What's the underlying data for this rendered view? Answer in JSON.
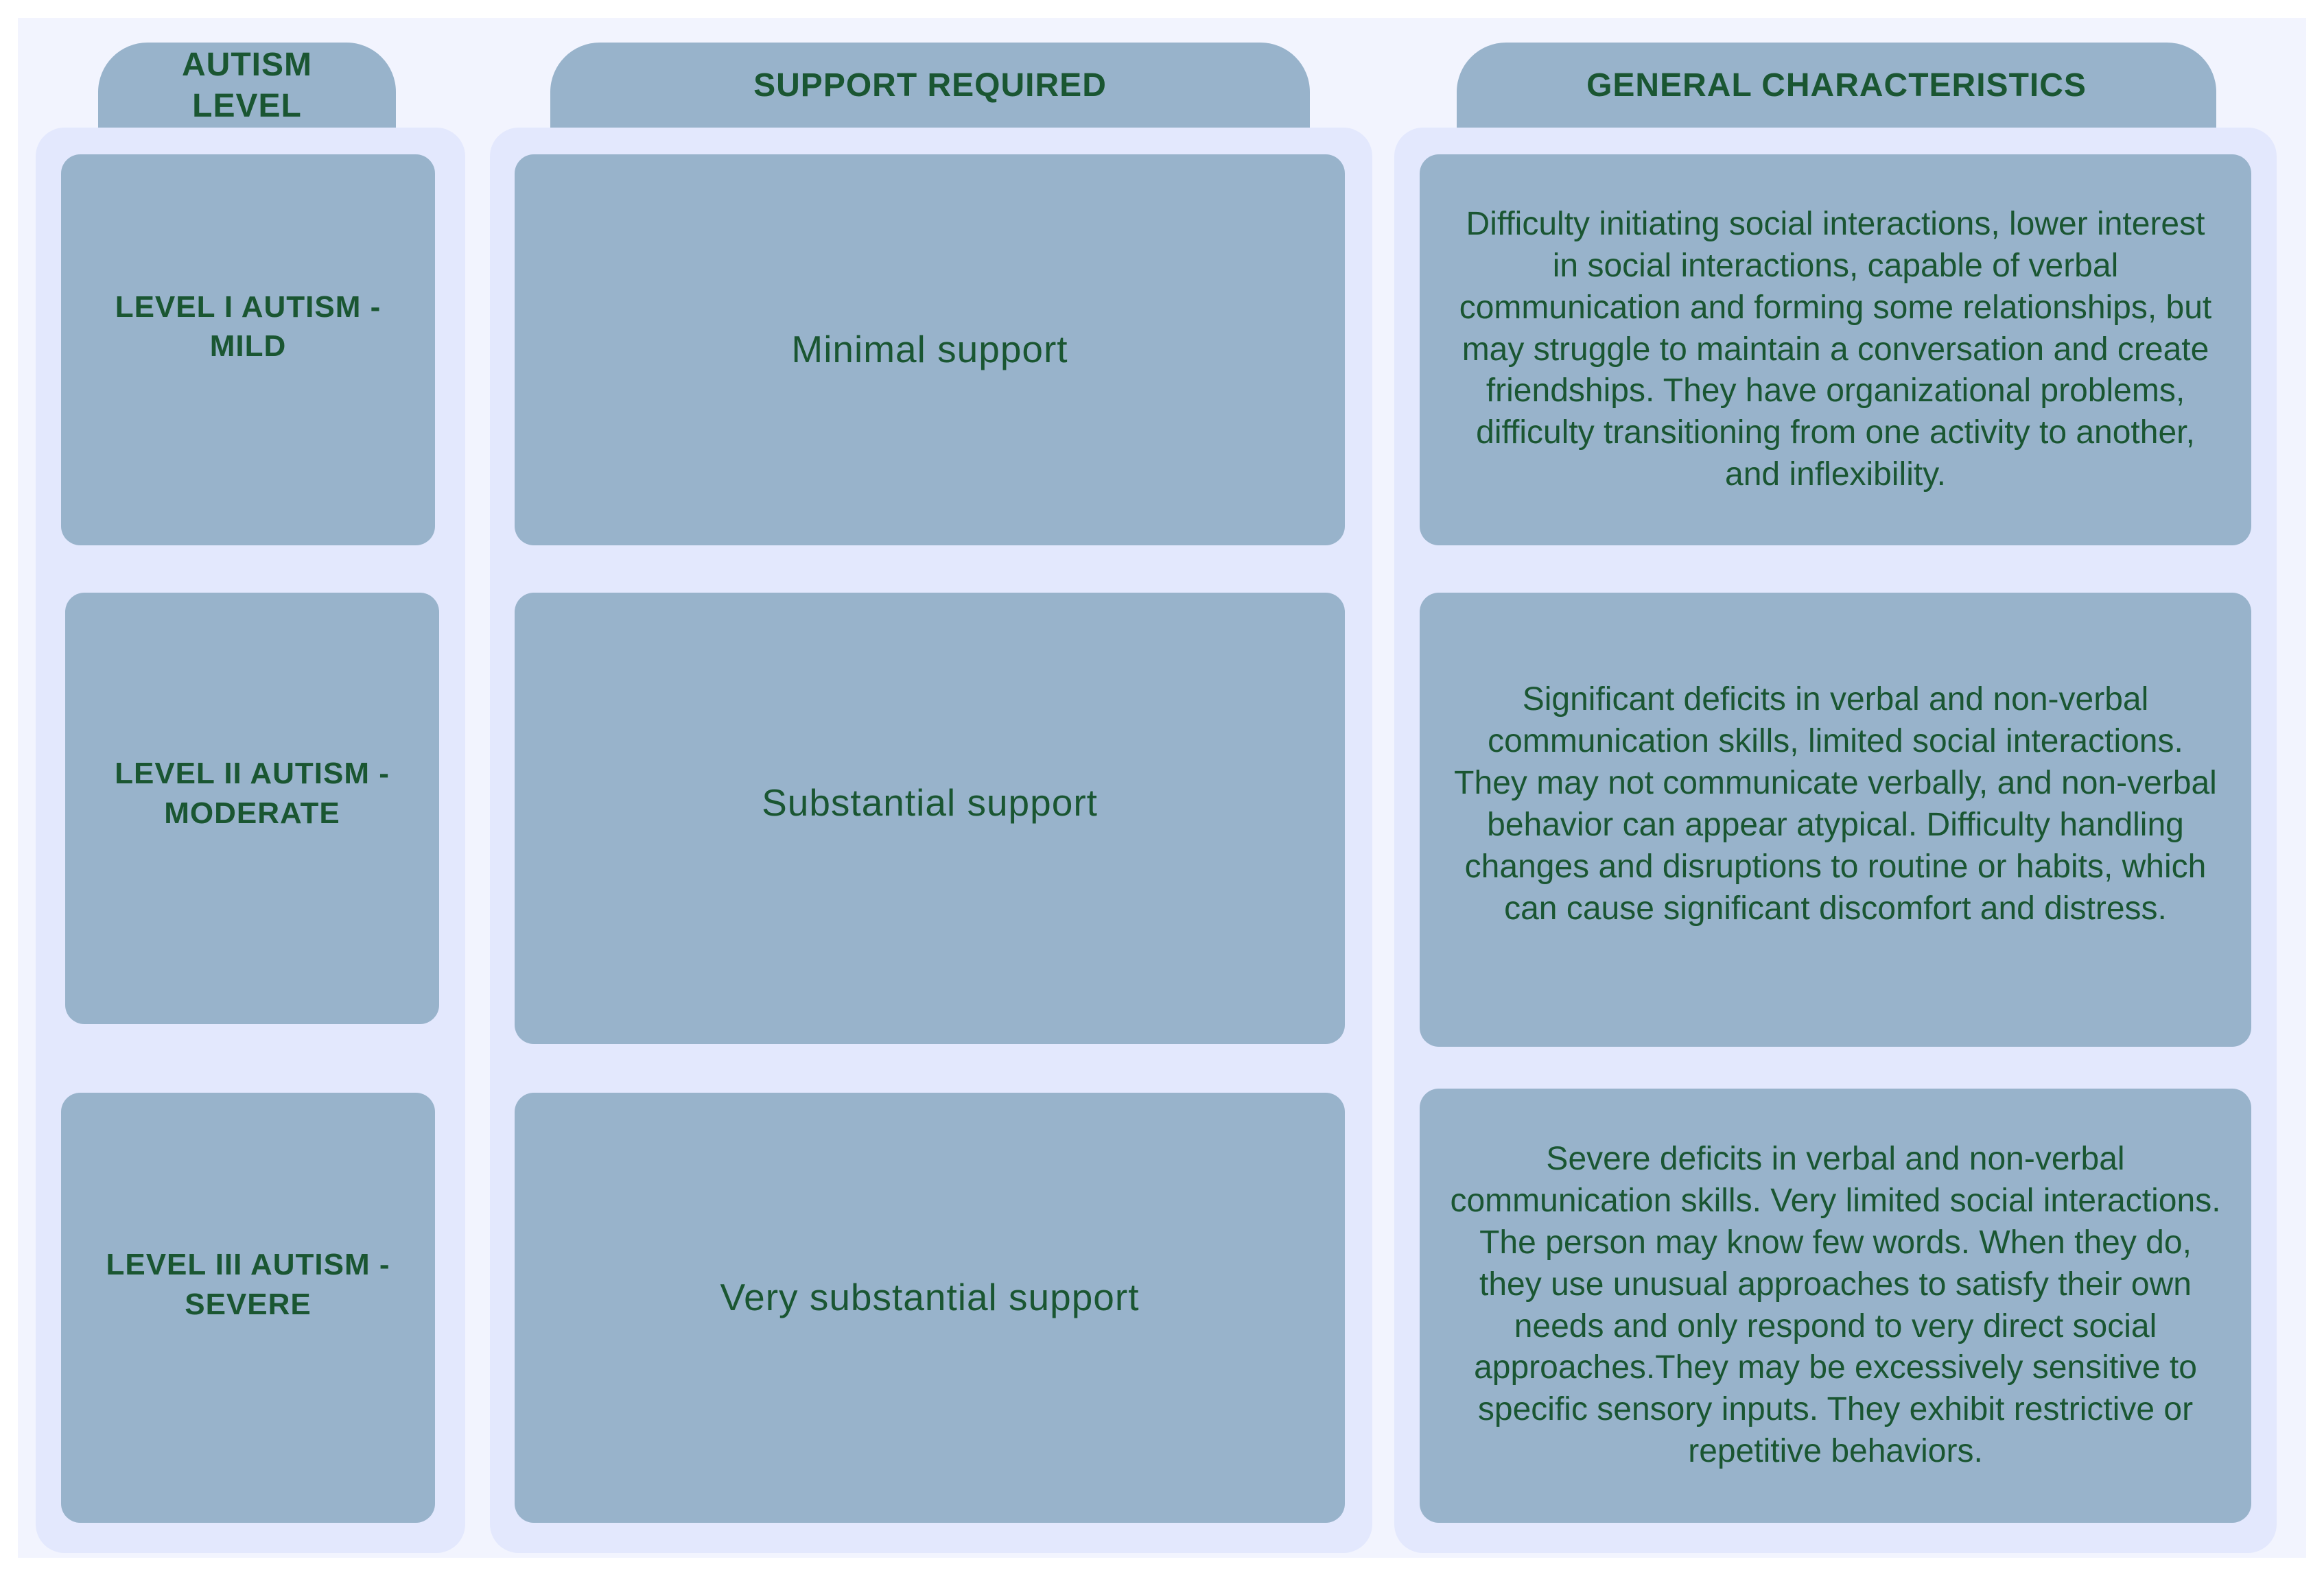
{
  "headers": {
    "level": "AUTISM LEVEL",
    "support": "SUPPORT REQUIRED",
    "characteristics": "GENERAL CHARACTERISTICS"
  },
  "rows": [
    {
      "level": "LEVEL I AUTISM - MILD",
      "support": "Minimal support",
      "characteristics": "Difficulty initiating social interactions, lower interest in social interactions, capable of verbal communication and forming some relationships, but may struggle to maintain a conversation and create friendships. They have organizational problems, difficulty transitioning from one activity to another, and inflexibility."
    },
    {
      "level": "LEVEL II AUTISM - MODERATE",
      "support": "Substantial support",
      "characteristics": "Significant deficits in verbal and non-verbal communication skills, limited social interactions. They may not communicate verbally, and non-verbal behavior can appear atypical. Difficulty handling changes and disruptions to routine or habits, which can cause significant discomfort and distress."
    },
    {
      "level": "LEVEL III AUTISM - SEVERE",
      "support": "Very substantial support",
      "characteristics": "Severe deficits in verbal and non-verbal communication skills. Very limited social interactions. The person may know few words. When they do, they use unusual approaches to satisfy their own needs and only respond to very direct social approaches.They may be excessively sensitive to specific sensory inputs. They exhibit restrictive or repetitive behaviors."
    }
  ],
  "colors": {
    "backdrop": "#f2f4fe",
    "column_panel": "#e3e8fd",
    "card": "#98b3cb",
    "text": "#1a5632"
  }
}
